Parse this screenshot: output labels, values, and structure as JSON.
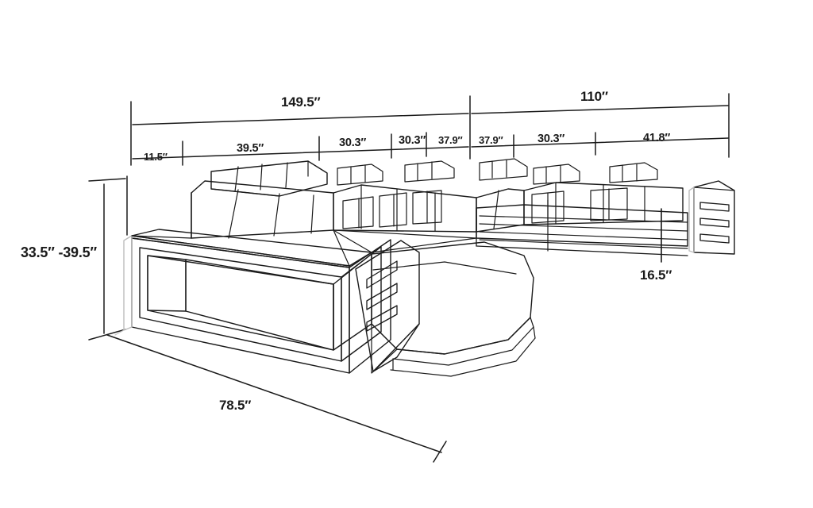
{
  "drawing": {
    "title": "Sectional Sofa Dimension Diagram",
    "subject": "u-shaped-modular-sectional-sofa",
    "units": "inches",
    "stroke_color": "#1a1a1a",
    "background_color": "#ffffff"
  },
  "dimensions": {
    "overall_left_run": "149.5″",
    "overall_right_run": "110″",
    "segment_corner_left": "11.5″",
    "segment_chaise": "39.5″",
    "segment_seat_1": "30.3″",
    "segment_seat_2": "30.3″",
    "segment_corner_mid_left": "37.9″",
    "segment_corner_mid_right": "37.9″",
    "segment_seat_3": "30.3″",
    "segment_right_end": "41.8″",
    "height_range": "33.5″  -39.5″",
    "depth": "78.5″",
    "seat_height": "16.5″"
  },
  "labels": [
    {
      "name": "overall-left-run",
      "text": "149.5″"
    },
    {
      "name": "overall-right-run",
      "text": "110″"
    },
    {
      "name": "corner-left",
      "text": "11.5″"
    },
    {
      "name": "chaise-width",
      "text": "39.5″"
    },
    {
      "name": "seat-width-1",
      "text": "30.3″"
    },
    {
      "name": "seat-width-2",
      "text": "30.3″"
    },
    {
      "name": "corner-mid-left",
      "text": "37.9″"
    },
    {
      "name": "corner-mid-right",
      "text": "37.9″"
    },
    {
      "name": "seat-width-3",
      "text": "30.3″"
    },
    {
      "name": "right-end-width",
      "text": "41.8″"
    },
    {
      "name": "overall-height",
      "text": "33.5″  -39.5″"
    },
    {
      "name": "overall-depth",
      "text": "78.5″"
    },
    {
      "name": "seat-height",
      "text": "16.5″"
    }
  ]
}
